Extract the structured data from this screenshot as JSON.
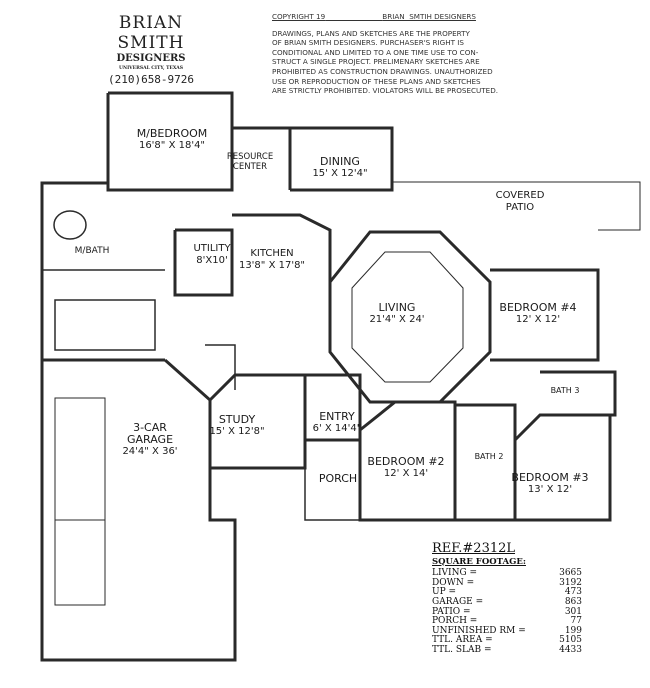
{
  "company": {
    "name": "BRIAN SMITH",
    "subtitle": "DESIGNERS",
    "location": "UNIVERSAL CITY, TEXAS",
    "phone": "(210)658-9726"
  },
  "copyright": {
    "label": "COPYRIGHT 19",
    "owner": "BRIAN  SMTIH DESIGNERS",
    "lines": [
      "DRAWINGS, PLANS AND SKETCHES ARE THE PROPERTY",
      "OF BRIAN SMITH DESIGNERS.  PURCHASER'S RIGHT IS",
      "CONDITIONAL AND LIMITED TO A ONE TIME USE TO CON-",
      "STRUCT A SINGLE PROJECT.  PRELIMENARY SKETCHES ARE",
      "PROHIBITED AS CONSTRUCTION DRAWINGS.  UNAUTHORIZED",
      "USE OR REPRODUCTION OF THESE PLANS AND SKETCHES",
      "ARE STRICTLY PROHIBITED.  VIOLATORS WILL BE PROSECUTED."
    ]
  },
  "rooms": {
    "master_bedroom": {
      "name": "M/BEDROOM",
      "size": "16'8\" X 18'4\""
    },
    "resource": {
      "name": "RESOURCE",
      "name2": "CENTER"
    },
    "dining": {
      "name": "DINING",
      "size": "15' X 12'4\""
    },
    "patio": {
      "name": "COVERED",
      "name2": "PATIO"
    },
    "master_bath": {
      "name": "M/BATH"
    },
    "utility": {
      "name": "UTILITY",
      "size": "8'X10'"
    },
    "kitchen": {
      "name": "KITCHEN",
      "size": "13'8\" X 17'8\""
    },
    "living": {
      "name": "LIVING",
      "size": "21'4\" X 24'"
    },
    "bedroom4": {
      "name": "BEDROOM #4",
      "size": "12' X 12'"
    },
    "bath3": {
      "name": "BATH 3"
    },
    "study": {
      "name": "STUDY",
      "size": "15' X 12'8\""
    },
    "entry": {
      "name": "ENTRY",
      "size": "6' X 14'4\""
    },
    "bedroom2": {
      "name": "BEDROOM #2",
      "size": "12' X 14'"
    },
    "bath2": {
      "name": "BATH 2"
    },
    "bedroom3": {
      "name": "BEDROOM #3",
      "size": "13' X 12'"
    },
    "garage": {
      "name": "3-CAR",
      "name2": "GARAGE",
      "size": "24'4\" X 36'"
    },
    "porch": {
      "name": "PORCH"
    }
  },
  "reference": "REF.#2312L",
  "square_footage": {
    "title": "SQUARE FOOTAGE:",
    "rows": [
      {
        "label": "LIVING   =",
        "value": "3665"
      },
      {
        "label": "DOWN =",
        "value": "3192"
      },
      {
        "label": "UP =",
        "value": "473"
      },
      {
        "label": "GARAGE =",
        "value": "863"
      },
      {
        "label": "PATIO   =",
        "value": "301"
      },
      {
        "label": "PORCH =",
        "value": "77"
      },
      {
        "label": "UNFINISHED RM =",
        "value": "199"
      },
      {
        "label": "TTL. AREA =",
        "value": "5105"
      },
      {
        "label": "TTL. SLAB =",
        "value": "4433"
      }
    ]
  }
}
